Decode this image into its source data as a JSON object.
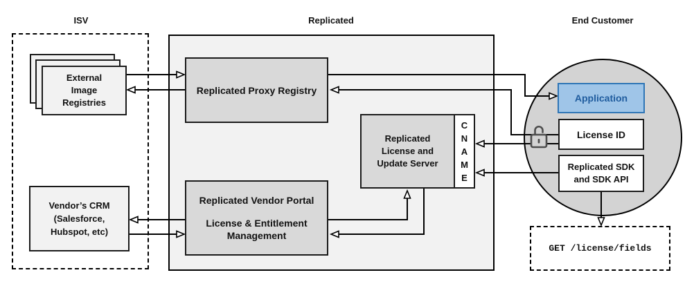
{
  "headers": {
    "isv": "ISV",
    "replicated": "Replicated",
    "end_customer": "End Customer"
  },
  "isv": {
    "registries": {
      "lines": [
        "External",
        "Image",
        "Registries"
      ]
    },
    "crm": {
      "lines": [
        "Vendor’s CRM",
        "(Salesforce,",
        "Hubspot, etc)"
      ]
    }
  },
  "replicated": {
    "proxy_registry": {
      "label": "Replicated Proxy Registry"
    },
    "license_server": {
      "lines": [
        "Replicated",
        "License and",
        "Update Server"
      ]
    },
    "cname": {
      "letters": [
        "C",
        "N",
        "A",
        "M",
        "E"
      ]
    },
    "vendor_portal": {
      "title": "Replicated Vendor Portal",
      "lines": [
        "License & Entitlement",
        "Management"
      ]
    }
  },
  "end_customer": {
    "application": {
      "label": "Application"
    },
    "license_id": {
      "label": "License ID"
    },
    "sdk": {
      "lines": [
        "Replicated SDK",
        "and SDK API"
      ]
    },
    "request": {
      "label": "GET /license/fields"
    }
  },
  "icons": {
    "lock": "unlocked-padlock-icon"
  },
  "colors": {
    "panel_gray": "#f2f2f2",
    "box_gray": "#d9d9d9",
    "circle_gray": "#d3d3d3",
    "app_fill": "#9fc5e8",
    "app_border": "#2e75b6",
    "app_text": "#1f5c9e",
    "line_black": "#000000",
    "lock_gray": "#4d4d4d"
  }
}
